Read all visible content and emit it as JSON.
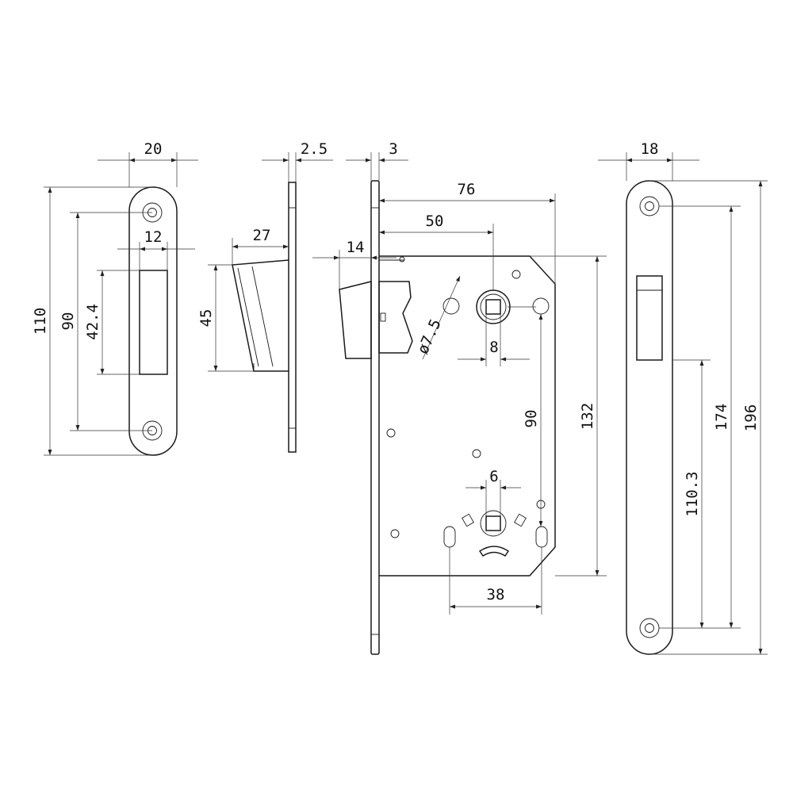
{
  "dimensions": {
    "strike_width": "20",
    "strike_height": "110",
    "strike_hole_pitch": "90",
    "strike_slot_width": "12",
    "strike_slot_height": "42.4",
    "latch_plate_thickness": "2.5",
    "latch_depth": "27",
    "latch_height": "45",
    "front_plate_thickness": "3",
    "case_depth": "76",
    "backset": "50",
    "latch_projection": "14",
    "fixing_hole_diameter": "ø7.5",
    "spindle_square": "8",
    "spindle_to_fixing": "90",
    "case_height": "132",
    "privacy_square": "6",
    "privacy_hole_pitch": "38",
    "faceplate_width": "18",
    "faceplate_height": "196",
    "faceplate_hole_pitch": "174",
    "latch_to_hole": "110.3"
  }
}
